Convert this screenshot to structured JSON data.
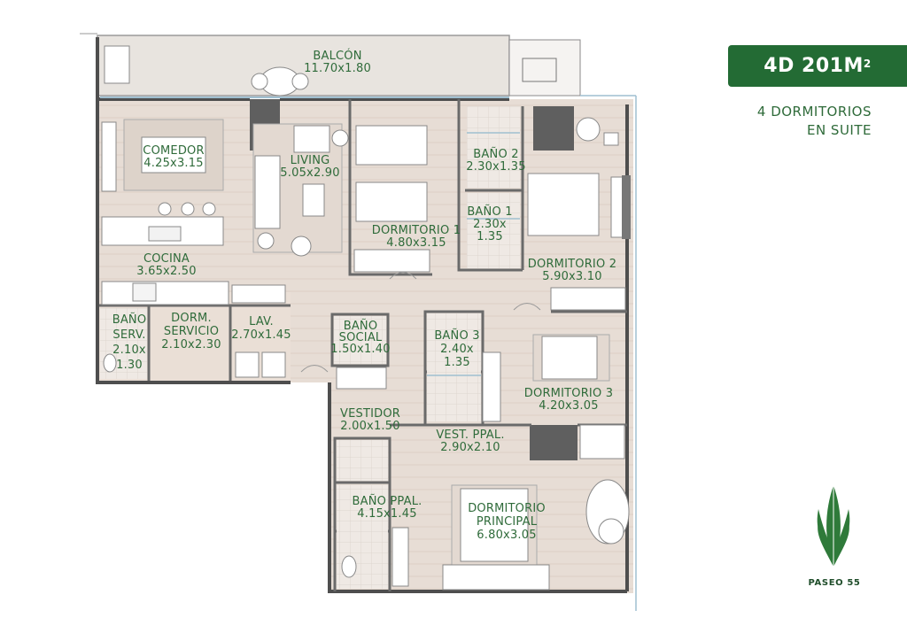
{
  "unit": {
    "code": "4D 201M",
    "superscript": "2",
    "subtitle_line1": "4 DORMITORIOS",
    "subtitle_line2": "EN SUITE"
  },
  "brand": {
    "name": "PASEO 55"
  },
  "rooms": {
    "balcon": {
      "name": "BALCÓN",
      "size": "11.70x1.80"
    },
    "comedor": {
      "name": "COMEDOR",
      "size": "4.25x3.15"
    },
    "living": {
      "name": "LIVING",
      "size": "5.05x2.90"
    },
    "dormitorio1": {
      "name": "DORMITORIO 1",
      "size": "4.80x3.15"
    },
    "bano2": {
      "name": "BAÑO 2",
      "size": "2.30x1.35"
    },
    "bano1": {
      "name": "BAÑO 1",
      "size_a": "2.30x",
      "size_b": "1.35"
    },
    "dormitorio2": {
      "name": "DORMITORIO 2",
      "size": "5.90x3.10"
    },
    "cocina": {
      "name": "COCINA",
      "size": "3.65x2.50"
    },
    "bano_serv": {
      "name_a": "BAÑO",
      "name_b": "SERV.",
      "size_a": "2.10x",
      "size_b": "1.30"
    },
    "dorm_servicio": {
      "name_a": "DORM.",
      "name_b": "SERVICIO",
      "size": "2.10x2.30"
    },
    "lav": {
      "name": "LAV.",
      "size": "2.70x1.45"
    },
    "bano_social": {
      "name_a": "BAÑO",
      "name_b": "SOCIAL",
      "size": "1.50x1.40"
    },
    "bano3": {
      "name": "BAÑO 3",
      "size_a": "2.40x",
      "size_b": "1.35"
    },
    "dormitorio3": {
      "name": "DORMITORIO 3",
      "size": "4.20x3.05"
    },
    "vestidor": {
      "name": "VESTIDOR",
      "size": "2.00x1.50"
    },
    "vest_ppal": {
      "name": "VEST. PPAL.",
      "size": "2.90x2.10"
    },
    "bano_ppal": {
      "name": "BAÑO PPAL.",
      "size": "4.15x1.45"
    },
    "dormitorio_principal": {
      "name_a": "DORMITORIO",
      "name_b": "PRINCIPAL",
      "size": "6.80x3.05"
    }
  },
  "colors": {
    "floor": "#eadfd6",
    "wood": "#e6dcd4",
    "wall": "#5a5a5a",
    "brand_green": "#236b34",
    "label_green": "#2f6b3a"
  }
}
